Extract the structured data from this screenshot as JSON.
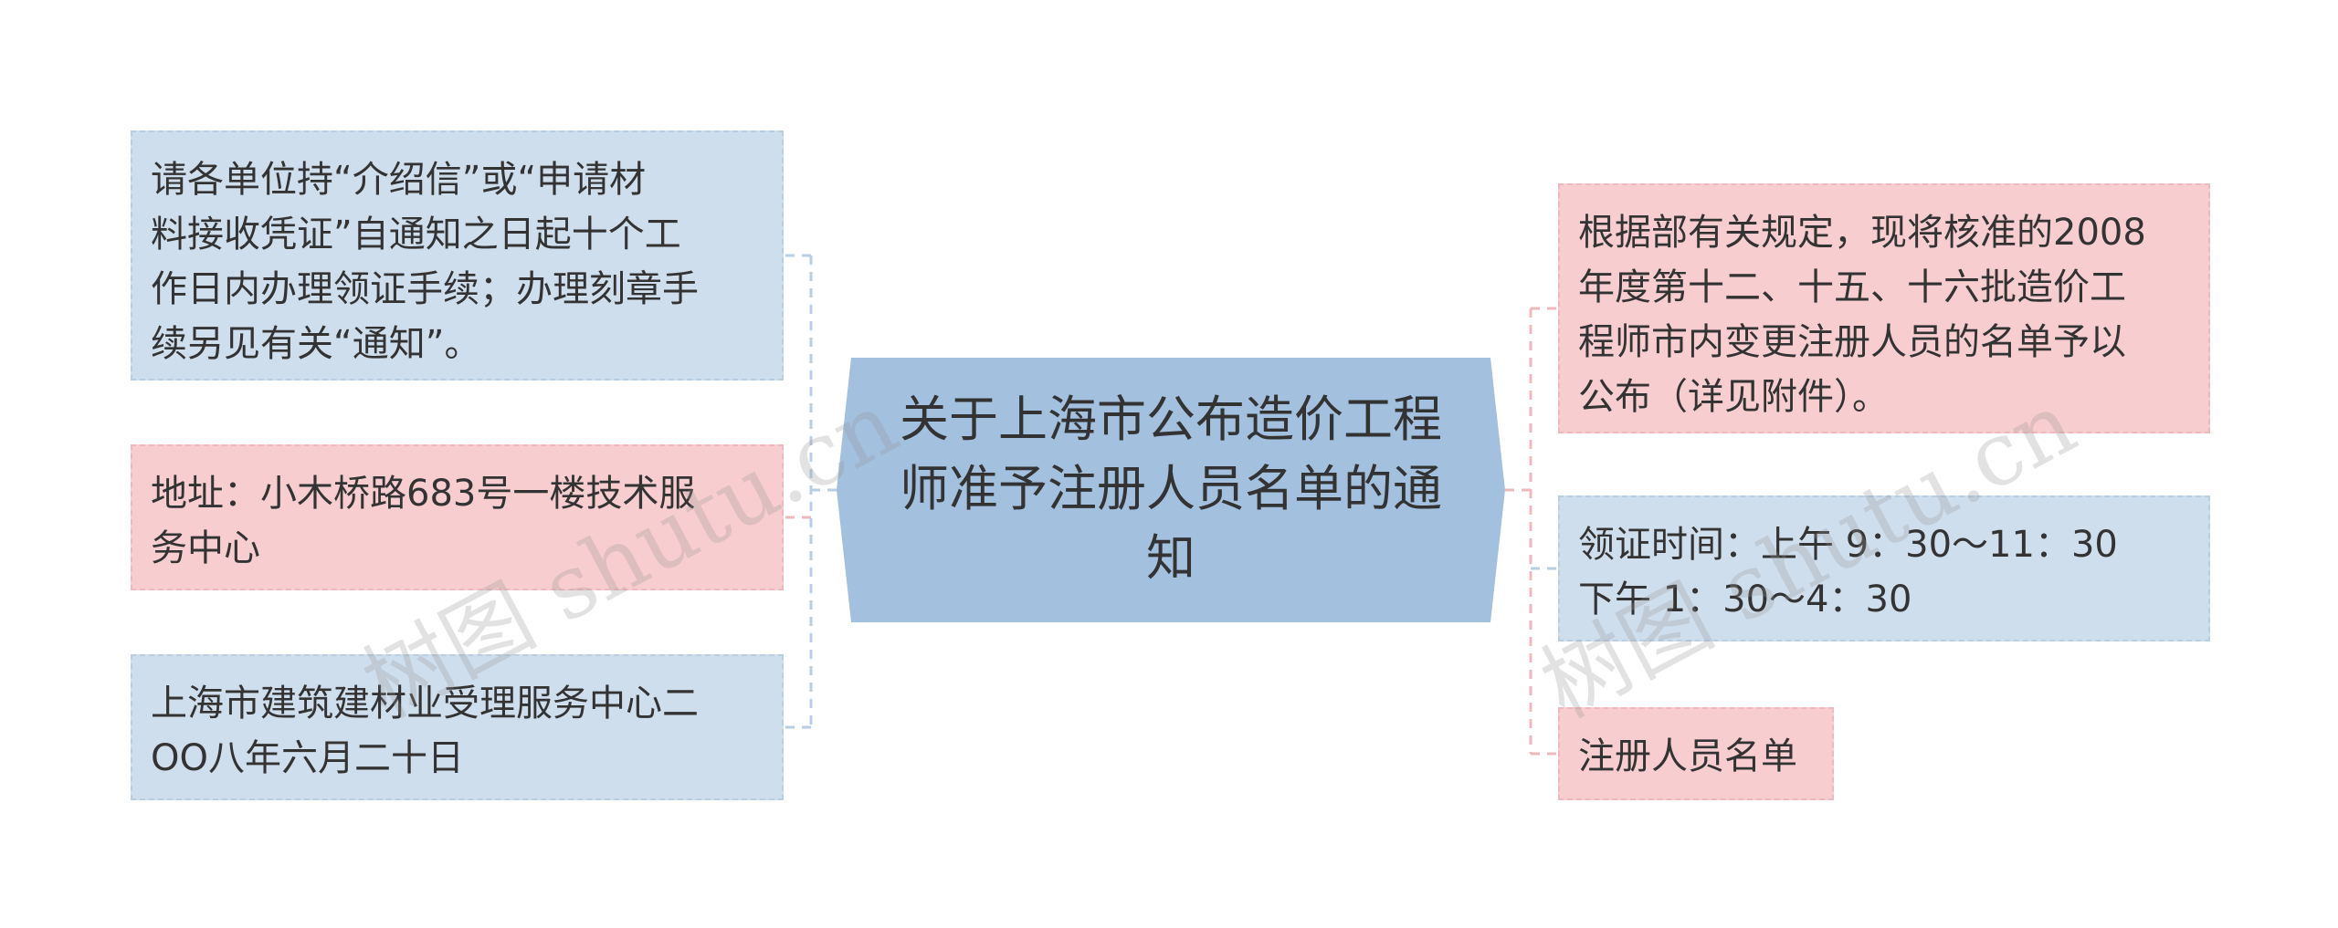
{
  "center": {
    "lines": [
      "关于上海市公布造价工程",
      "师准予注册人员名单的通",
      "知"
    ]
  },
  "left_nodes": [
    {
      "lines": [
        "请各单位持“介绍信”或“申请材",
        "料接收凭证”自通知之日起十个工",
        "作日内办理领证手续；办理刻章手",
        "续另见有关“通知”。"
      ],
      "color": "blue"
    },
    {
      "lines": [
        "地址：小木桥路683号一楼技术服",
        "务中心"
      ],
      "color": "pink"
    },
    {
      "lines": [
        "上海市建筑建材业受理服务中心二",
        "OO八年六月二十日"
      ],
      "color": "blue"
    }
  ],
  "right_nodes": [
    {
      "lines": [
        "根据部有关规定，现将核准的2008",
        "年度第十二、十五、十六批造价工",
        "程师市内变更注册人员的名单予以",
        "公布（详见附件）。"
      ],
      "color": "pink"
    },
    {
      "lines": [
        "领证时间：上午 9：30～11：30",
        "下午 1：30～4：30"
      ],
      "color": "blue"
    },
    {
      "lines": [
        "注册人员名单"
      ],
      "color": "pink"
    }
  ],
  "watermark": [
    "树图 shutu.cn",
    "树图 shutu.cn"
  ],
  "colors": {
    "center_fill": "#a3c0de",
    "blue_node": "#cfdeed",
    "pink_node": "#f7cdcf",
    "left_connector": "#b8cee4",
    "right_connector": "#efb8bc"
  }
}
